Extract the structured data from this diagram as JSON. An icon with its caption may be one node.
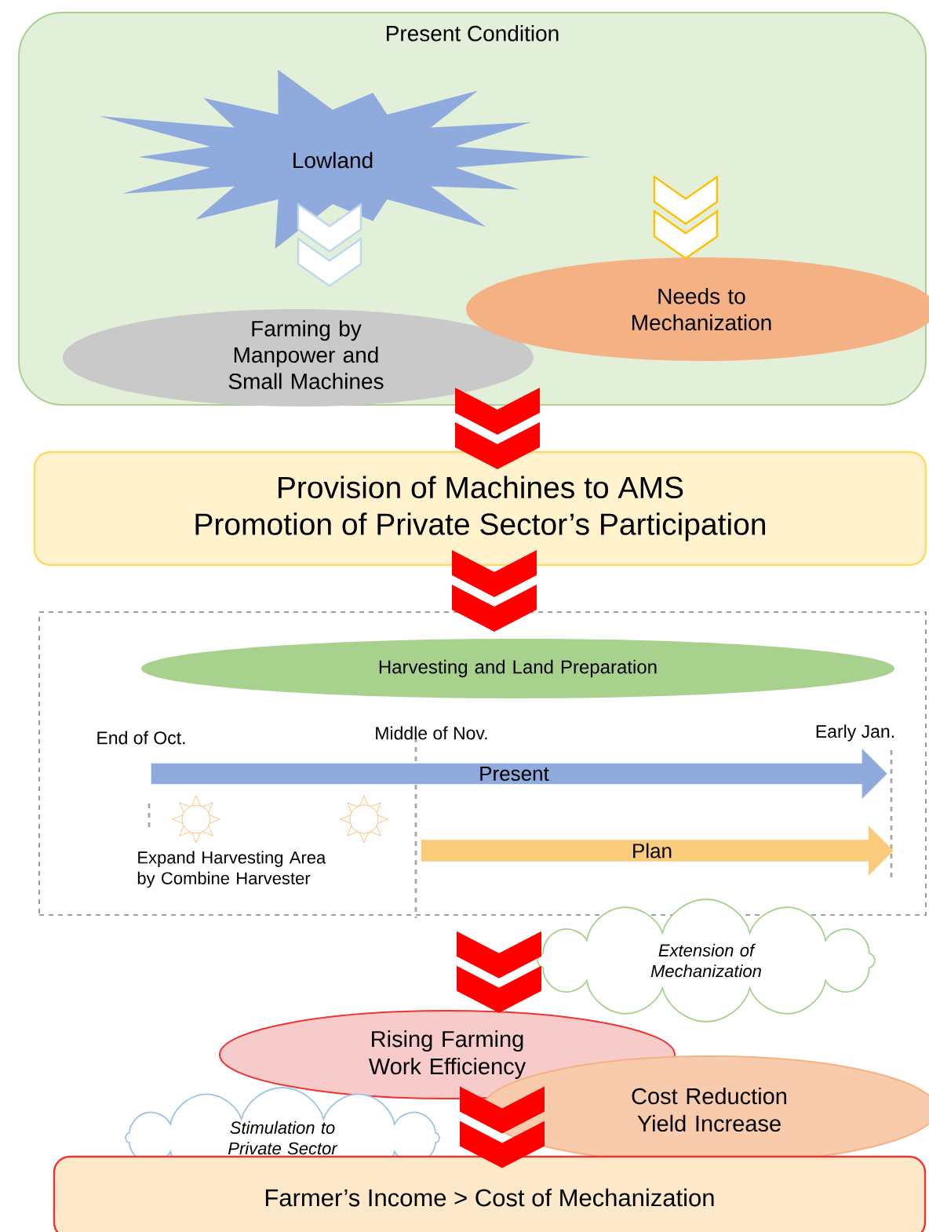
{
  "diagram": {
    "nodes": [
      {
        "text": [
          "Present Condition"
        ]
      },
      {
        "text": [
          "Lowland"
        ],
        "in": 0
      },
      {
        "text": [
          "Farming by Manpower and Small Machines"
        ],
        "in": 0
      },
      {
        "text": [
          "Needs to Mechanization"
        ],
        "in": 0
      },
      {
        "text": [
          "Provision of Machines to AMS",
          "Promotion of Private Sector’s Participation"
        ]
      },
      {
        "text": [],
        "shape": "box"
      },
      {
        "text": [
          "Harvesting and Land Preparation"
        ],
        "in": 5
      },
      {
        "text": [
          "Present"
        ],
        "in": 5
      },
      {
        "text": [
          "Plan"
        ],
        "in": 5
      },
      {
        "text": [
          "Extension of Mechanization"
        ]
      },
      {
        "text": [
          "Rising Farming Work Efficiency"
        ]
      },
      {
        "text": [
          "Cost Reduction Yield Increase"
        ]
      },
      {
        "text": [
          "Stimulation to Private Sector"
        ]
      },
      {
        "text": [
          "Farmer’s Income > Cost of Mechanization"
        ]
      }
    ],
    "edges": [
      {
        "from": 1,
        "to": 2,
        "arrow": "to",
        "color": "#bdd7ee"
      },
      {
        "from": null,
        "to": 3,
        "arrow": "to",
        "color": "#ffc000"
      },
      {
        "from": 0,
        "to": 4,
        "arrow": "to"
      },
      {
        "from": 4,
        "to": 5,
        "arrow": "to"
      },
      {
        "from": 5,
        "to": 10,
        "arrow": "to"
      },
      {
        "from": 10,
        "to": 13,
        "arrow": "to"
      }
    ],
    "labels": [
      "End of Oct.",
      "Middle of Nov.",
      "Early Jan.",
      "Expand Harvesting Area by Combine Harvester"
    ]
  }
}
